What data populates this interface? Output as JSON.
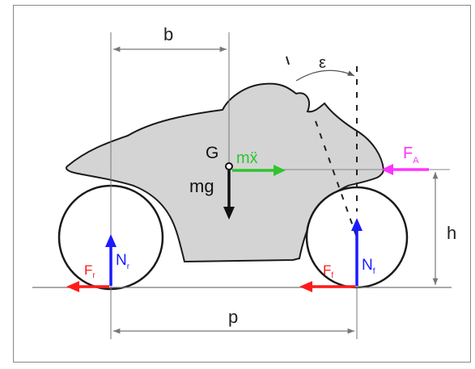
{
  "labels": {
    "b": "b",
    "epsilon": "ε",
    "G": "G",
    "mx": "mẍ",
    "mg": "mg",
    "F_A": "F",
    "F_A_sub": "A",
    "h": "h",
    "p": "p",
    "F_r": "F",
    "F_r_sub": "r",
    "N_r": "N",
    "N_r_sub": "r",
    "F_f": "F",
    "F_f_sub": "f",
    "N_f": "N",
    "N_f_sub": "f"
  },
  "colors": {
    "body_fill": "#d4d4d4",
    "outline": "#1a1a1a",
    "dimension": "#777777",
    "normal_force": "#1a1aff",
    "friction_force": "#ff1a1a",
    "inertial_force": "#2fc42f",
    "aero_force": "#ff33ff",
    "weight": "#111111"
  }
}
